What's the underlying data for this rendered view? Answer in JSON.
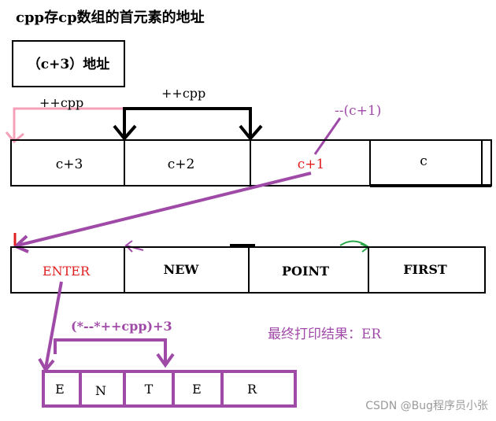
{
  "title": "cpp存cp数组的首元素的地址",
  "cpp_box_label": "（c+3）地址",
  "labels": {
    "inc_cpp_pink": "++cpp",
    "inc_cpp_black": "++cpp",
    "dec_c1": "--(c+1)",
    "expr": "(*--*++cpp)+3",
    "result": "最终打印结果：ER"
  },
  "cp_cells": [
    "c+3",
    "c+2",
    "c+1",
    "c"
  ],
  "c_cells": [
    "ENTER",
    "NEW",
    "POINT",
    "FIRST"
  ],
  "letters": [
    "E",
    "N",
    "T",
    "E",
    "R"
  ],
  "watermark": "CSDN @Bug程序员小张",
  "colors": {
    "black": "#000000",
    "pink": "#f4a0b8",
    "purple": "#a04aa8",
    "red": "#e02020",
    "green": "#2aa84a"
  }
}
